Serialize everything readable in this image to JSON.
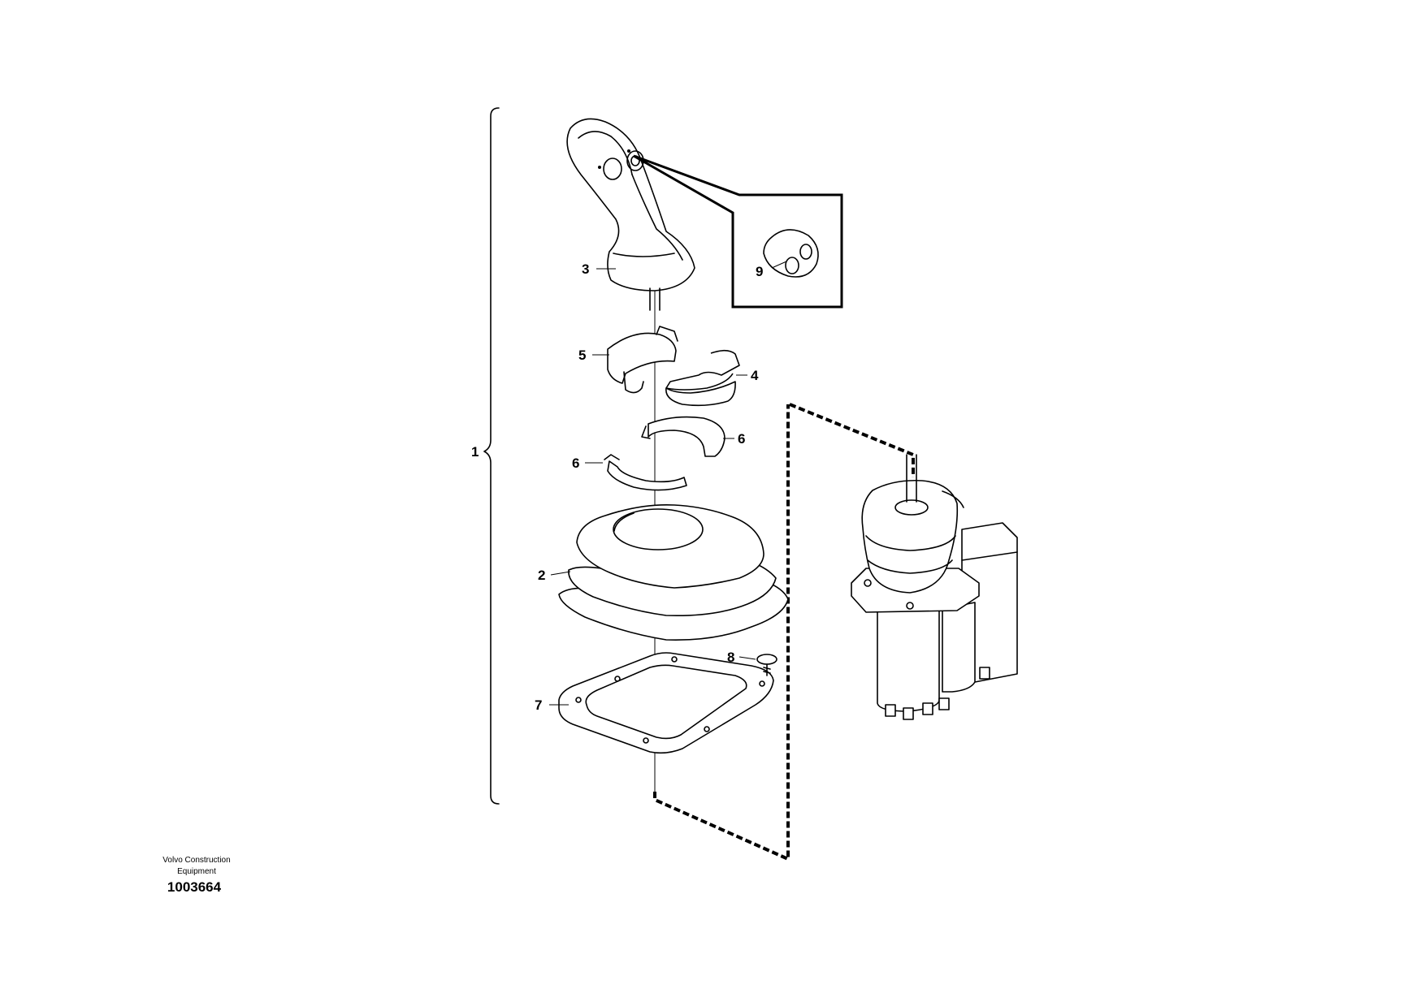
{
  "diagram": {
    "callouts": {
      "assembly": "1",
      "boot": "2",
      "handle": "3",
      "retainer_right": "4",
      "retainer_left": "5",
      "ring_upper": "6",
      "ring_lower": "6",
      "plate": "7",
      "screw": "8",
      "button": "9"
    },
    "caption": {
      "line1": "Volvo Construction",
      "line2": "Equipment",
      "id": "1003664"
    }
  }
}
